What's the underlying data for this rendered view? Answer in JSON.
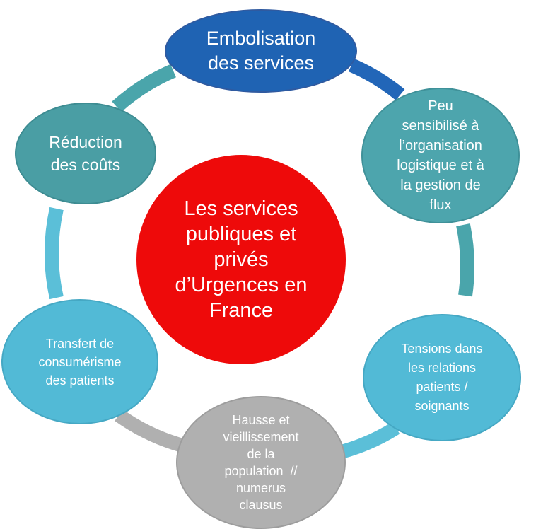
{
  "colors": {
    "center": "#ee0a0a",
    "node_dark_blue": "#1f63b3",
    "node_teal": "#4da5ad",
    "node_light_blue": "#52bad6",
    "node_gray": "#b0b0b0",
    "ring_teal": "#4aa5ab",
    "ring_light_blue": "#5bbfd8",
    "ring_gray": "#b0b0b0",
    "ring_blue": "#2266b8"
  },
  "center": {
    "lines": [
      "Les services",
      "publiques et",
      "privés",
      "d’Urgences en",
      "France"
    ]
  },
  "nodes": [
    {
      "id": "embolisation",
      "lines": [
        "Embolisation",
        "des services"
      ]
    },
    {
      "id": "peu-sensibilise",
      "lines": [
        "Peu",
        "sensibilisé à",
        "l’organisation",
        "logistique et à",
        "la gestion de",
        "flux"
      ]
    },
    {
      "id": "tensions",
      "lines": [
        "Tensions dans",
        "les relations",
        "patients /",
        "soignants"
      ]
    },
    {
      "id": "hausse",
      "lines": [
        "Hausse et",
        "vieillissement",
        "de la",
        "population  //",
        "numerus",
        "clausus"
      ]
    },
    {
      "id": "transfert",
      "lines": [
        "Transfert de",
        "consumérisme",
        "des patients"
      ]
    },
    {
      "id": "reduction",
      "lines": [
        "Réduction",
        "des coûts"
      ]
    }
  ]
}
